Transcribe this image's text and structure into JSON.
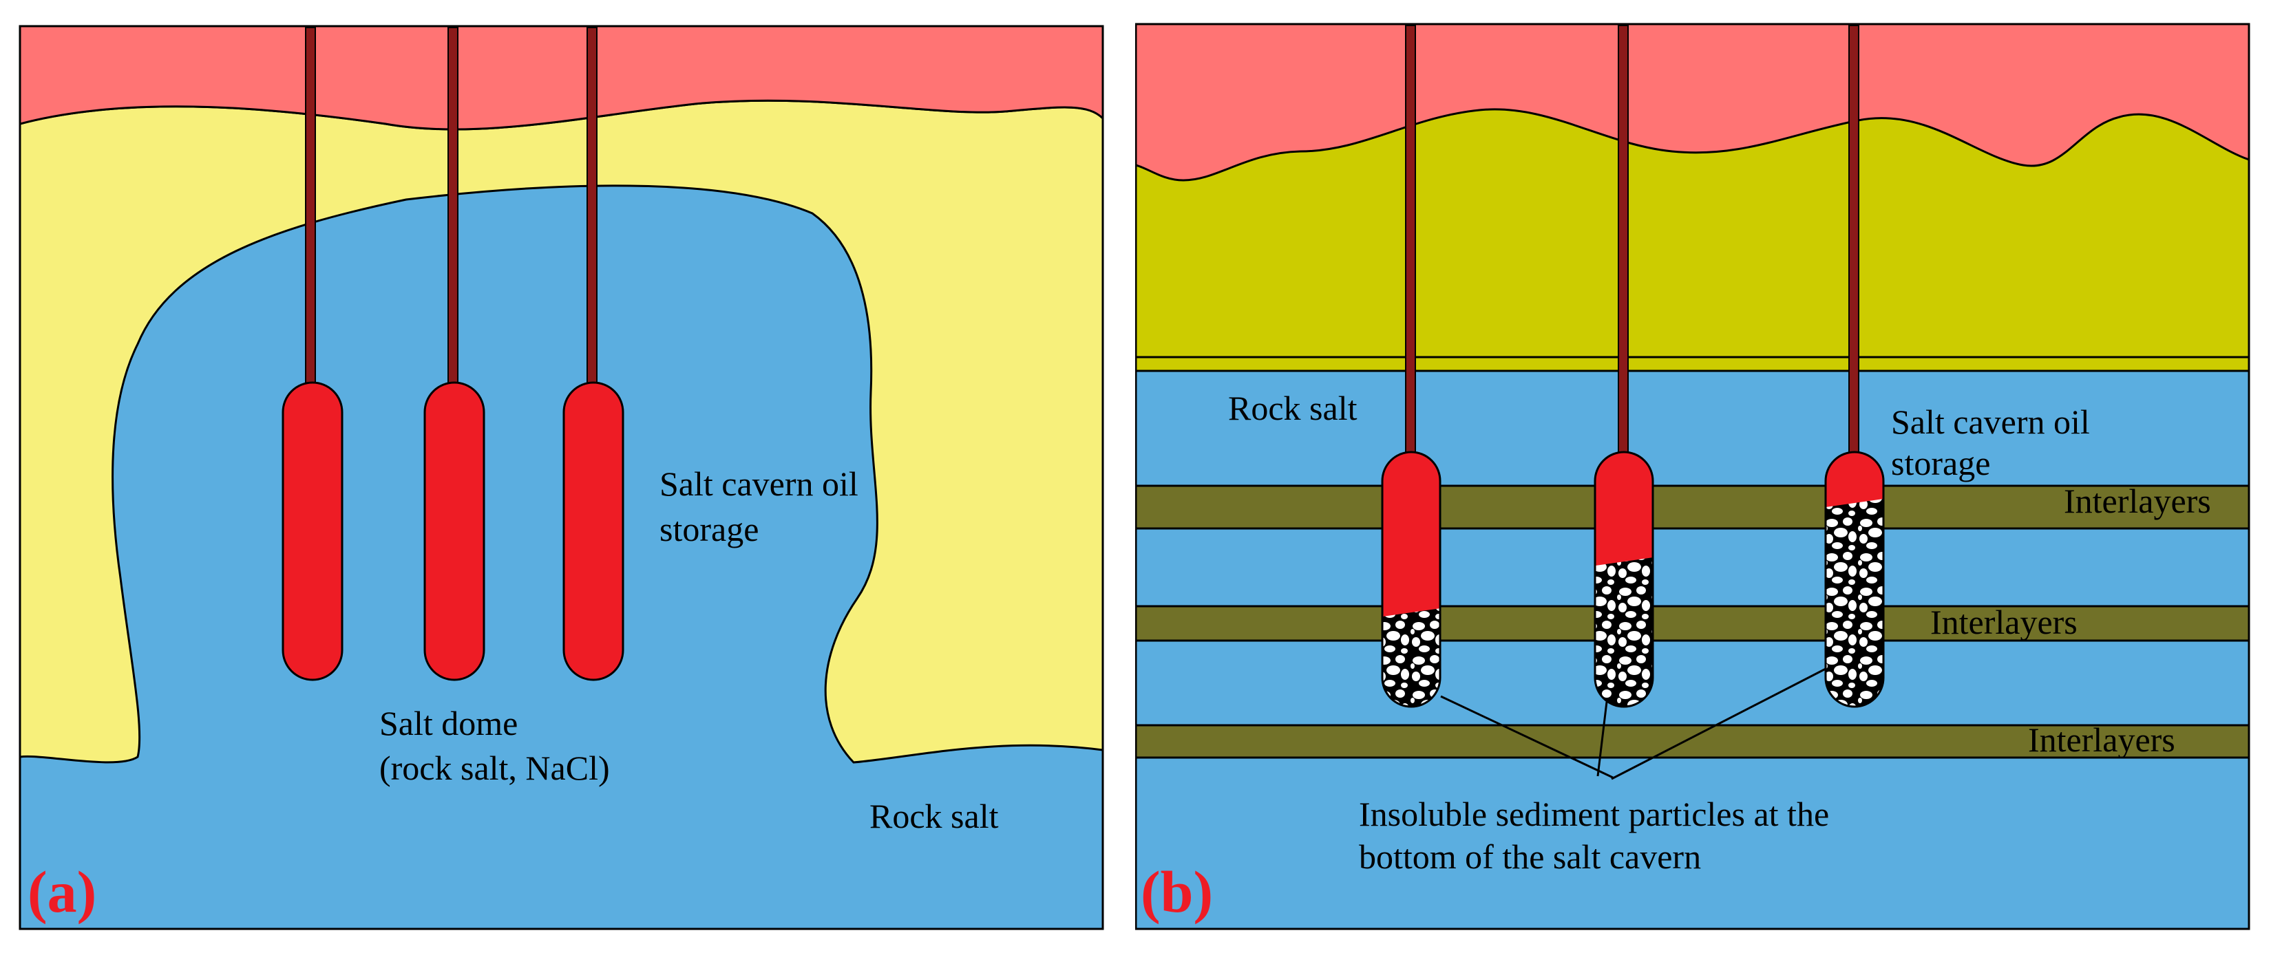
{
  "colors": {
    "overburden": "#FF7474",
    "caprock_a": "#F7F07B",
    "caprock_b": "#CCCC00",
    "rock_salt": "#5BAEE0",
    "cavern_oil": "#EE1C25",
    "interlayer": "#717128",
    "well_pipe": "#8B1A1A",
    "panel_label": "#EE1C25"
  },
  "panel_a": {
    "label": "(a)",
    "text_cavern_1": "Salt cavern oil",
    "text_cavern_2": "storage",
    "text_dome_1": "Salt dome",
    "text_dome_2": "(rock salt, NaCl)",
    "text_rock_salt": "Rock salt",
    "caverns": [
      {
        "name": "cavern-a-1",
        "fill": "oil"
      },
      {
        "name": "cavern-a-2",
        "fill": "oil"
      },
      {
        "name": "cavern-a-3",
        "fill": "oil"
      }
    ]
  },
  "panel_b": {
    "label": "(b)",
    "text_rock_salt": "Rock salt",
    "text_cavern_1": "Salt cavern oil",
    "text_cavern_2": "storage",
    "interlayer_labels": [
      "Interlayers",
      "Interlayers",
      "Interlayers"
    ],
    "text_sediment_1": "Insoluble sediment particles at the",
    "text_sediment_2": "bottom of the salt cavern",
    "caverns": [
      {
        "name": "cavern-b-1",
        "sediment_fraction": 0.37
      },
      {
        "name": "cavern-b-2",
        "sediment_fraction": 0.57
      },
      {
        "name": "cavern-b-3",
        "sediment_fraction": 0.8
      }
    ]
  }
}
